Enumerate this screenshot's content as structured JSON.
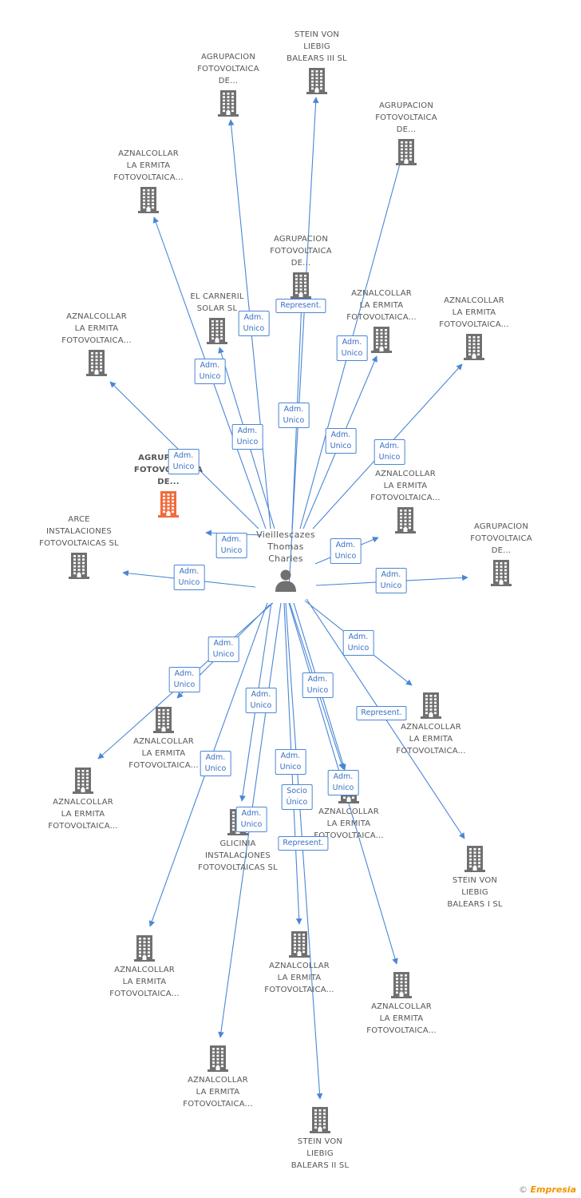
{
  "center": {
    "name_lines": [
      "Vieillescazes",
      "Thomas",
      "Charles"
    ]
  },
  "nodes": [
    {
      "id": "n1",
      "lines": [
        "STEIN VON",
        "LIEBIG",
        "BALEARS III SL"
      ],
      "focus": false
    },
    {
      "id": "n2",
      "lines": [
        "AGRUPACION",
        "FOTOVOLTAICA",
        "DE..."
      ],
      "focus": false
    },
    {
      "id": "n3",
      "lines": [
        "AGRUPACION",
        "FOTOVOLTAICA",
        "DE..."
      ],
      "focus": false
    },
    {
      "id": "n4",
      "lines": [
        "AZNALCOLLAR",
        "LA ERMITA",
        "FOTOVOLTAICA..."
      ],
      "focus": false
    },
    {
      "id": "n5",
      "lines": [
        "AGRUPACION",
        "FOTOVOLTAICA",
        "DE..."
      ],
      "focus": false
    },
    {
      "id": "n6",
      "lines": [
        "EL CARNERIL",
        "SOLAR SL"
      ],
      "focus": false
    },
    {
      "id": "n7",
      "lines": [
        "AZNALCOLLAR",
        "LA ERMITA",
        "FOTOVOLTAICA..."
      ],
      "focus": false
    },
    {
      "id": "n8",
      "lines": [
        "AZNALCOLLAR",
        "LA ERMITA",
        "FOTOVOLTAICA..."
      ],
      "focus": false
    },
    {
      "id": "n9",
      "lines": [
        "AZNALCOLLAR",
        "LA ERMITA",
        "FOTOVOLTAICA..."
      ],
      "focus": false
    },
    {
      "id": "n10",
      "lines": [
        "AGRUPACION",
        "FOTOVOLTAICA",
        "DE..."
      ],
      "focus": true
    },
    {
      "id": "n11",
      "lines": [
        "AZNALCOLLAR",
        "LA ERMITA",
        "FOTOVOLTAICA..."
      ],
      "focus": false
    },
    {
      "id": "n12",
      "lines": [
        "ARCE",
        "INSTALACIONES",
        "FOTOVOLTAICAS SL"
      ],
      "focus": false
    },
    {
      "id": "n13",
      "lines": [
        "AGRUPACION",
        "FOTOVOLTAICA",
        "DE..."
      ],
      "focus": false
    },
    {
      "id": "n14",
      "lines": [
        "AZNALCOLLAR",
        "LA ERMITA",
        "FOTOVOLTAICA..."
      ],
      "focus": false
    },
    {
      "id": "n15",
      "lines": [
        "AZNALCOLLAR",
        "LA ERMITA",
        "FOTOVOLTAICA..."
      ],
      "focus": false
    },
    {
      "id": "n16",
      "lines": [
        "AZNALCOLLAR",
        "LA ERMITA",
        "FOTOVOLTAICA..."
      ],
      "focus": false
    },
    {
      "id": "n17",
      "lines": [
        "AZNALCOLLAR",
        "LA ERMITA",
        "FOTOVOLTAICA..."
      ],
      "focus": false
    },
    {
      "id": "n18",
      "lines": [
        "GLICINIA",
        "INSTALACIONES",
        "FOTOVOLTAICAS SL"
      ],
      "focus": false
    },
    {
      "id": "n19",
      "lines": [
        "STEIN VON",
        "LIEBIG",
        "BALEARS I SL"
      ],
      "focus": false
    },
    {
      "id": "n20",
      "lines": [
        "AZNALCOLLAR",
        "LA ERMITA",
        "FOTOVOLTAICA..."
      ],
      "focus": false
    },
    {
      "id": "n21",
      "lines": [
        "AZNALCOLLAR",
        "LA ERMITA",
        "FOTOVOLTAICA..."
      ],
      "focus": false
    },
    {
      "id": "n22",
      "lines": [
        "AZNALCOLLAR",
        "LA ERMITA",
        "FOTOVOLTAICA..."
      ],
      "focus": false
    },
    {
      "id": "n23",
      "lines": [
        "AZNALCOLLAR",
        "LA ERMITA",
        "FOTOVOLTAICA..."
      ],
      "focus": false
    },
    {
      "id": "n24",
      "lines": [
        "STEIN VON",
        "LIEBIG",
        "BALEARS II SL"
      ],
      "focus": false
    }
  ],
  "edges": [
    {
      "target": "n1",
      "label": [
        "Represent."
      ]
    },
    {
      "target": "n2",
      "label": [
        "Adm.",
        "Unico"
      ]
    },
    {
      "target": "n3",
      "label": [
        "Adm.",
        "Unico"
      ]
    },
    {
      "target": "n4",
      "label": [
        "Adm.",
        "Unico"
      ]
    },
    {
      "target": "n5",
      "label": [
        "Adm.",
        "Unico"
      ]
    },
    {
      "target": "n6",
      "label": [
        "Adm.",
        "Unico"
      ]
    },
    {
      "target": "n7",
      "label": [
        "Adm.",
        "Unico"
      ]
    },
    {
      "target": "n8",
      "label": [
        "Adm.",
        "Unico"
      ]
    },
    {
      "target": "n9",
      "label": [
        "Adm.",
        "Unico"
      ]
    },
    {
      "target": "n10",
      "label": [
        "Adm.",
        "Unico"
      ]
    },
    {
      "target": "n11",
      "label": [
        "Adm.",
        "Unico"
      ]
    },
    {
      "target": "n12",
      "label": [
        "Adm.",
        "Unico"
      ]
    },
    {
      "target": "n13",
      "label": [
        "Adm.",
        "Unico"
      ]
    },
    {
      "target": "n14",
      "label": [
        "Adm.",
        "Unico"
      ]
    },
    {
      "target": "n15",
      "label": [
        "Adm.",
        "Unico"
      ]
    },
    {
      "target": "n16",
      "label": [
        "Adm.",
        "Unico"
      ]
    },
    {
      "target": "n17",
      "label": [
        "Adm.",
        "Unico"
      ]
    },
    {
      "target": "n18",
      "label": [
        "Adm.",
        "Unico"
      ]
    },
    {
      "target": "n19",
      "label": [
        "Represent."
      ]
    },
    {
      "target": "n20",
      "label": [
        "Adm.",
        "Unico"
      ]
    },
    {
      "target": "n21",
      "label": [
        "Adm.",
        "Unico"
      ]
    },
    {
      "target": "n22",
      "label": [
        "Adm.",
        "Unico"
      ]
    },
    {
      "target": "n23",
      "label": [
        "Adm.",
        "Unico"
      ]
    },
    {
      "target": "n24",
      "label": [
        "Represent."
      ]
    },
    {
      "target": "n17",
      "label": [
        "Socio",
        "Único"
      ]
    }
  ],
  "colors": {
    "edge": "#4a86d6",
    "building": "#707070",
    "focus_building": "#f26b3a",
    "label_text": "#3a6fc4"
  },
  "footer": {
    "copyright": "©",
    "brand": "Empresia"
  }
}
